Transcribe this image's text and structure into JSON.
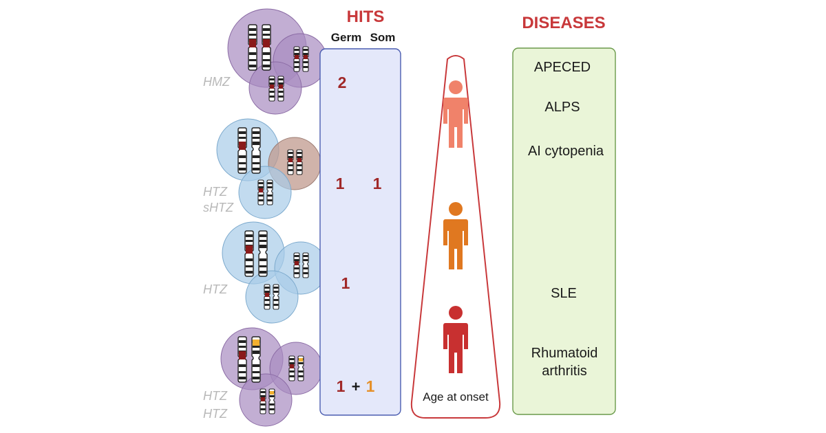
{
  "hits": {
    "title": "HITS",
    "germ_label": "Germ",
    "som_label": "Som",
    "rows": [
      {
        "germ": "2",
        "som": ""
      },
      {
        "germ": "1",
        "som": "1"
      },
      {
        "germ": "1",
        "som": ""
      },
      {
        "germ": "1",
        "plus": "+",
        "extra": "1",
        "som": ""
      }
    ]
  },
  "zygosity": [
    {
      "lines": [
        "HMZ"
      ]
    },
    {
      "lines": [
        "HTZ",
        "sHTZ"
      ]
    },
    {
      "lines": [
        "HTZ"
      ]
    },
    {
      "lines": [
        "HTZ",
        "HTZ"
      ]
    }
  ],
  "age": {
    "label": "Age at onset"
  },
  "diseases": {
    "title": "DISEASES",
    "items": [
      "APECED",
      "ALPS",
      "AI cytopenia",
      "SLE",
      "Rhumatoid",
      "arthritis"
    ]
  },
  "colors": {
    "red": "#b03030",
    "title_red": "#c8383a",
    "orange": "#e5902a",
    "salmon": "#f0826a",
    "purple_cell": "#a88cc0",
    "blue_cell": "#a8cce8",
    "brown_cell": "#c09a8e",
    "hits_panel": "#e4e8fa",
    "disease_panel": "#eaf5d8"
  }
}
